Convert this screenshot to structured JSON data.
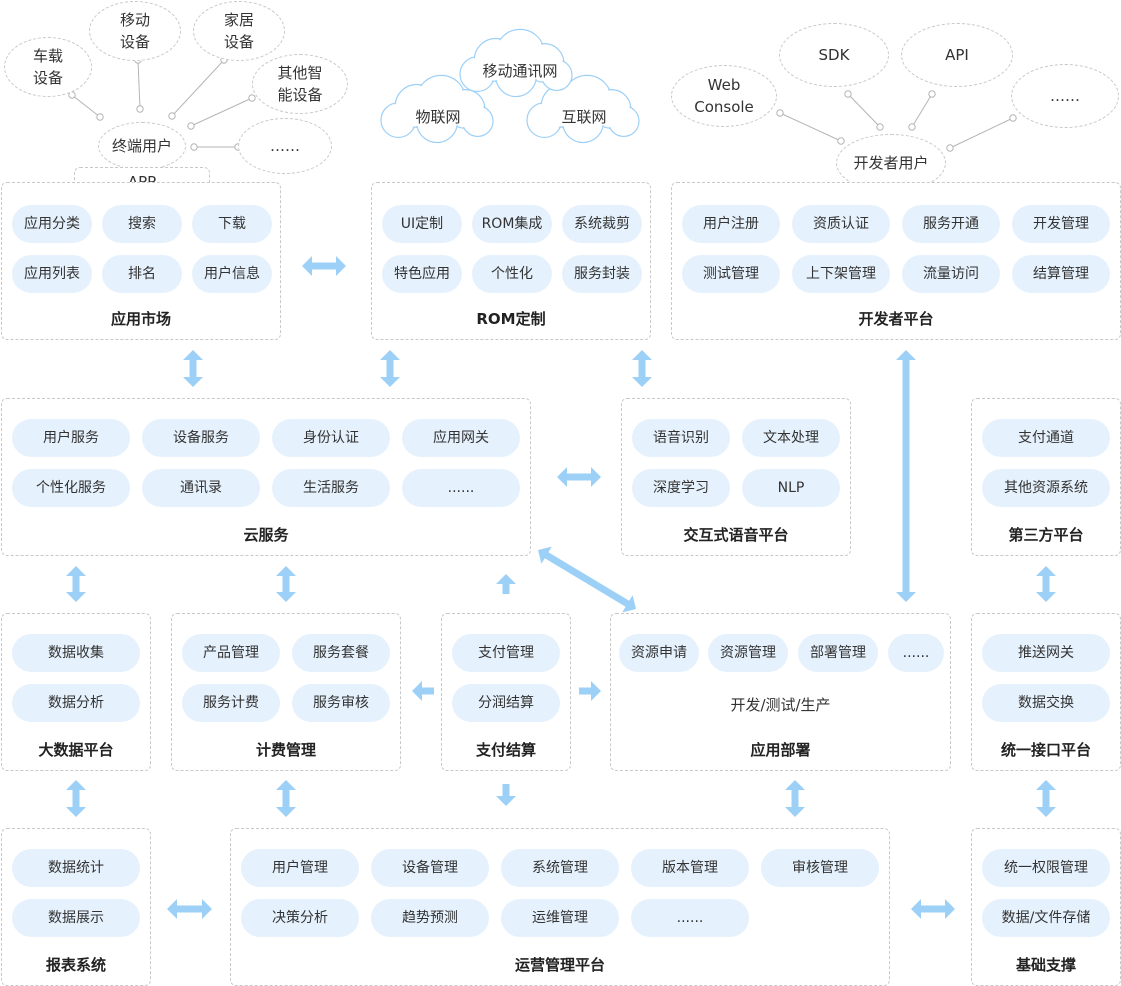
{
  "top": {
    "end_user": {
      "hub": "终端用户",
      "app": "APP",
      "devices": [
        {
          "line1": "车载",
          "line2": "设备"
        },
        {
          "line1": "移动",
          "line2": "设备"
        },
        {
          "line1": "家居",
          "line2": "设备"
        },
        {
          "line1": "其他智",
          "line2": "能设备"
        },
        {
          "line1": "……",
          "line2": ""
        }
      ]
    },
    "clouds": {
      "mobile": "移动通讯网",
      "iot": "物联网",
      "internet": "互联网"
    },
    "developer": {
      "hub": "开发者用户",
      "web_line1": "Web",
      "web_line2": "Console",
      "sdk": "SDK",
      "api": "API",
      "more": "……"
    }
  },
  "app_market": {
    "title": "应用市场",
    "items": [
      "应用分类",
      "搜索",
      "下载",
      "应用列表",
      "排名",
      "用户信息"
    ]
  },
  "rom": {
    "title": "ROM定制",
    "items": [
      "UI定制",
      "ROM集成",
      "系统裁剪",
      "特色应用",
      "个性化",
      "服务封装"
    ]
  },
  "dev_platform": {
    "title": "开发者平台",
    "items": [
      "用户注册",
      "资质认证",
      "服务开通",
      "开发管理",
      "测试管理",
      "上下架管理",
      "流量访问",
      "结算管理"
    ]
  },
  "cloud_service": {
    "title": "云服务",
    "items": [
      "用户服务",
      "设备服务",
      "身份认证",
      "应用网关",
      "个性化服务",
      "通讯录",
      "生活服务",
      "......"
    ]
  },
  "voice": {
    "title": "交互式语音平台",
    "items": [
      "语音识别",
      "文本处理",
      "深度学习",
      "NLP"
    ]
  },
  "third_party": {
    "title": "第三方平台",
    "items": [
      "支付通道",
      "其他资源系统"
    ]
  },
  "big_data": {
    "title": "大数据平台",
    "items": [
      "数据收集",
      "数据分析"
    ]
  },
  "billing": {
    "title": "计费管理",
    "items": [
      "产品管理",
      "服务套餐",
      "服务计费",
      "服务审核"
    ]
  },
  "payment": {
    "title": "支付结算",
    "items": [
      "支付管理",
      "分润结算"
    ]
  },
  "deploy": {
    "title": "应用部署",
    "items": [
      "资源申请",
      "资源管理",
      "部署管理",
      "......"
    ],
    "subtitle": "开发/测试/生产"
  },
  "interface": {
    "title": "统一接口平台",
    "items": [
      "推送网关",
      "数据交换"
    ]
  },
  "report": {
    "title": "报表系统",
    "items": [
      "数据统计",
      "数据展示"
    ]
  },
  "ops": {
    "title": "运营管理平台",
    "items": [
      "用户管理",
      "设备管理",
      "系统管理",
      "版本管理",
      "审核管理",
      "决策分析",
      "趋势预测",
      "运维管理",
      "......"
    ]
  },
  "infra": {
    "title": "基础支撑",
    "items": [
      "统一权限管理",
      "数据/文件存储"
    ]
  },
  "colors": {
    "accent": "#9dd0f7",
    "pill": "#e5f1fc",
    "border": "#c8c8c8",
    "connector": "#b5b5b5"
  }
}
